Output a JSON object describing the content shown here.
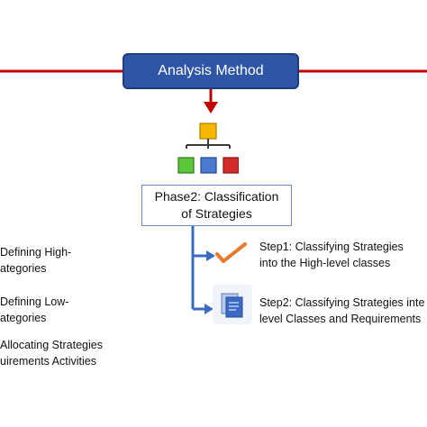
{
  "method": {
    "label": "Analysis Method"
  },
  "phase": {
    "line1": "Phase2: Classification",
    "line2": "of Strategies"
  },
  "steps": [
    {
      "line1": "Step1: Classifying Strategies",
      "line2": "into the High-level classes"
    },
    {
      "line1": "Step2: Classifying Strategies inte",
      "line2": "level Classes and Requirements"
    }
  ],
  "left_items": [
    {
      "line1": "Defining High-",
      "line2": "ategories"
    },
    {
      "line1": "Defining Low-",
      "line2": "ategories"
    },
    {
      "line1": "Allocating Strategies",
      "line2": "uirements Activities"
    }
  ],
  "colors": {
    "red_line": "#c00000",
    "method_box": "#2f56a6",
    "connector_blue": "#3a6bc4",
    "node_top": "#f5b800",
    "node_green": "#5cc63b",
    "node_blue": "#4a7bd1",
    "node_red": "#d42a2a",
    "checkmark": "#e97a2b"
  },
  "icons": {
    "hierarchy": "hierarchy-icon",
    "check": "checkmark-icon",
    "documents": "documents-icon"
  }
}
